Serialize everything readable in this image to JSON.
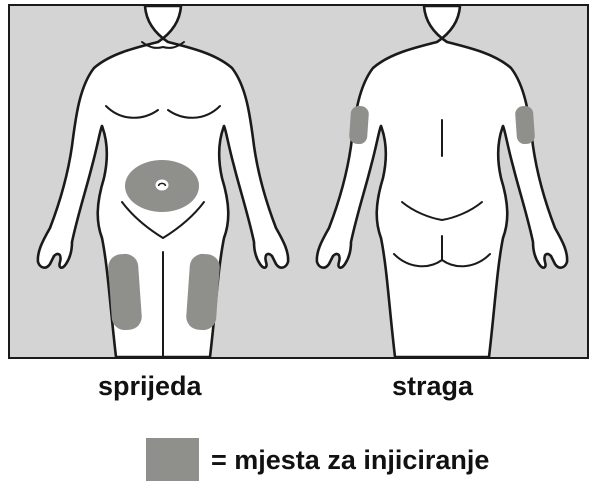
{
  "labels": {
    "front": "sprijeda",
    "back": "straga"
  },
  "legend": {
    "text": "= mjesta za injiciranje",
    "swatch_color": "#8f908c"
  },
  "colors": {
    "panel_background": "#d4d4d4",
    "body_fill": "#ffffff",
    "outline": "#1a1a1a",
    "injection_site": "#8f908c"
  },
  "injection_sites": {
    "front": [
      "abdomen",
      "left-thigh",
      "right-thigh"
    ],
    "back": [
      "left-upper-arm",
      "right-upper-arm"
    ]
  }
}
